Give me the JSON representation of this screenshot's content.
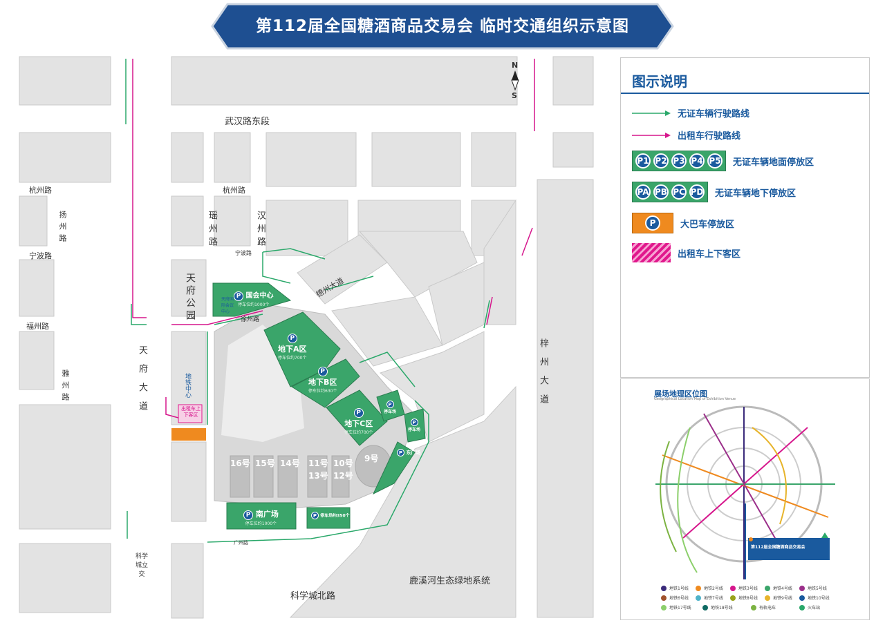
{
  "title": "第112届全国糖酒商品交易会  临时交通组织示意图",
  "compass": {
    "n": "N",
    "s": "S"
  },
  "roads": {
    "wuhan_east": "武汉路东段",
    "hangzhou_left": "杭州路",
    "hangzhou_mid": "杭州路",
    "yangzhou": "扬州路",
    "ningbo_left": "宁波路",
    "ningbo_mid": "宁波路",
    "yangzhou_road": "瑶州路",
    "hanzhou": "汉州路",
    "dezhou": "德州大道",
    "fuzhou_left": "福州路",
    "xuzhou": "徐州路",
    "yazhou": "雅州路",
    "tianfu_avenue": "天府大道",
    "tianfu_park": "天府公园",
    "zizhou_avenue": "梓州大道",
    "kexuecheng_overpass": "科学城立交",
    "kexuecheng_north": "科学城北路",
    "luxi_river": "鹿溪河生态绿地系统",
    "guangzhou": "广州路"
  },
  "zones": {
    "guohui": {
      "name": "国会中心",
      "sub": "停车位约1000个"
    },
    "a": {
      "name": "地下A区",
      "sub": "停车位约700个"
    },
    "b": {
      "name": "地下B区",
      "sub": "停车位约630个"
    },
    "c": {
      "name": "地下C区",
      "sub": "停车位约700个"
    },
    "east1": {
      "name": "东广场",
      "sub": ""
    },
    "p4": {
      "name": "停车场",
      "sub": ""
    },
    "p5": {
      "name": "停车场",
      "sub": ""
    },
    "south": {
      "name": "南广场",
      "sub": "停车位约1000个"
    },
    "p6": {
      "name": "停车场约350个",
      "sub": ""
    },
    "metro_center": "地铁中心",
    "taxi_drop": "出租车上下客区",
    "hotel": "天府国际会议中心"
  },
  "halls": [
    "16号",
    "15号",
    "14号",
    "11号",
    "10号",
    "13号",
    "12号",
    "9号"
  ],
  "legend": {
    "title": "图示说明",
    "items": [
      {
        "label": "无证车辆行驶路线",
        "color": "#2aa86a"
      },
      {
        "label": "出租车行驶路线",
        "color": "#d6168c"
      },
      {
        "label": "无证车辆地面停放区",
        "marks": [
          "P1",
          "P2",
          "P3",
          "P4",
          "P5"
        ]
      },
      {
        "label": "无证车辆地下停放区",
        "marks": [
          "PA",
          "PB",
          "PC",
          "PD"
        ]
      },
      {
        "label": "大巴车停放区",
        "marks": [
          "P"
        ]
      },
      {
        "label": "出租车上下客区"
      }
    ]
  },
  "location_map": {
    "title": "展场地理区位图",
    "subtitle": "Geographical Location Map of Exhibition Venue",
    "venue_label": "第112届全国糖酒商品交易会",
    "metro_lines": [
      {
        "label": "地铁1号线",
        "color": "#3a2a7a"
      },
      {
        "label": "地铁2号线",
        "color": "#ef8a1f"
      },
      {
        "label": "地铁3号线",
        "color": "#d6168c"
      },
      {
        "label": "地铁4号线",
        "color": "#3aa56a"
      },
      {
        "label": "地铁5号线",
        "color": "#9b2f8a"
      },
      {
        "label": "地铁6号线",
        "color": "#a0522d"
      },
      {
        "label": "地铁7号线",
        "color": "#4fb3c9"
      },
      {
        "label": "地铁8号线",
        "color": "#9aa31b"
      },
      {
        "label": "地铁9号线",
        "color": "#e7b42b"
      },
      {
        "label": "地铁10号线",
        "color": "#1a5a9e"
      },
      {
        "label": "地铁17号线",
        "color": "#8ccf6b"
      },
      {
        "label": "地铁18号线",
        "color": "#0f6a63"
      },
      {
        "label": "有轨电车",
        "color": "#7cb342"
      },
      {
        "label": "火车站",
        "color": "#2aa86a"
      }
    ]
  }
}
